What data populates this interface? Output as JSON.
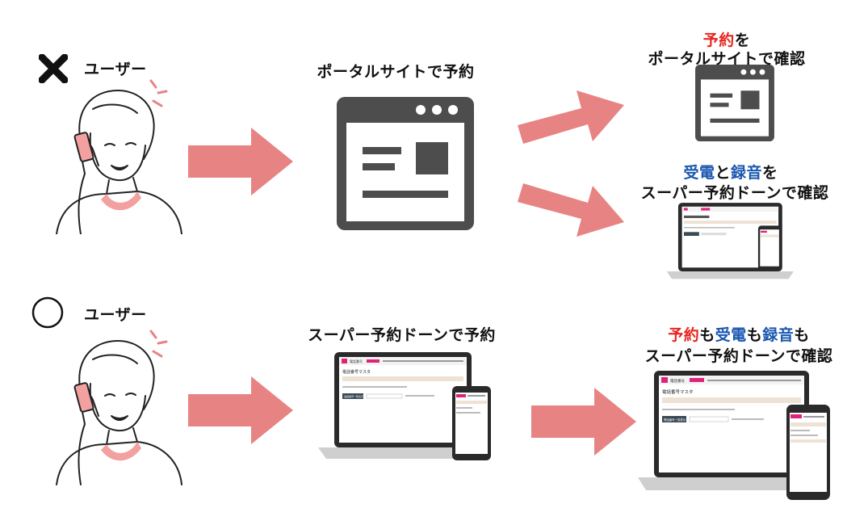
{
  "row1": {
    "mark": "cross",
    "user_label": "ユーザー",
    "middle_title": "ポータルサイトで予約",
    "result1": {
      "line1_hl": "予約",
      "line1_rest": "を",
      "line2": "ポータルサイトで確認"
    },
    "result2": {
      "line1_hl_a": "受電",
      "line1_mid": "と",
      "line1_hl_b": "録音",
      "line1_rest": "を",
      "line2": "スーパー予約ドーンで確認"
    }
  },
  "row2": {
    "mark": "circle",
    "user_label": "ユーザー",
    "middle_title": "スーパー予約ドーンで予約",
    "result": {
      "hl_a": "予約",
      "mo1": "も",
      "hl_b": "受電",
      "mo2": "も",
      "hl_c": "録音",
      "mo3": "も",
      "line2": "スーパー予約ドーンで確認"
    }
  },
  "screen": {
    "app_name": "電話番号",
    "page_title": "電話番号マスタ",
    "button": "電話番号一覧表示"
  },
  "colors": {
    "arrow": "#e88383",
    "icon": "#4d4d4d",
    "highlight_red": "#e8251f",
    "highlight_blue": "#1a57b0",
    "accent_pink": "#e0237a"
  }
}
